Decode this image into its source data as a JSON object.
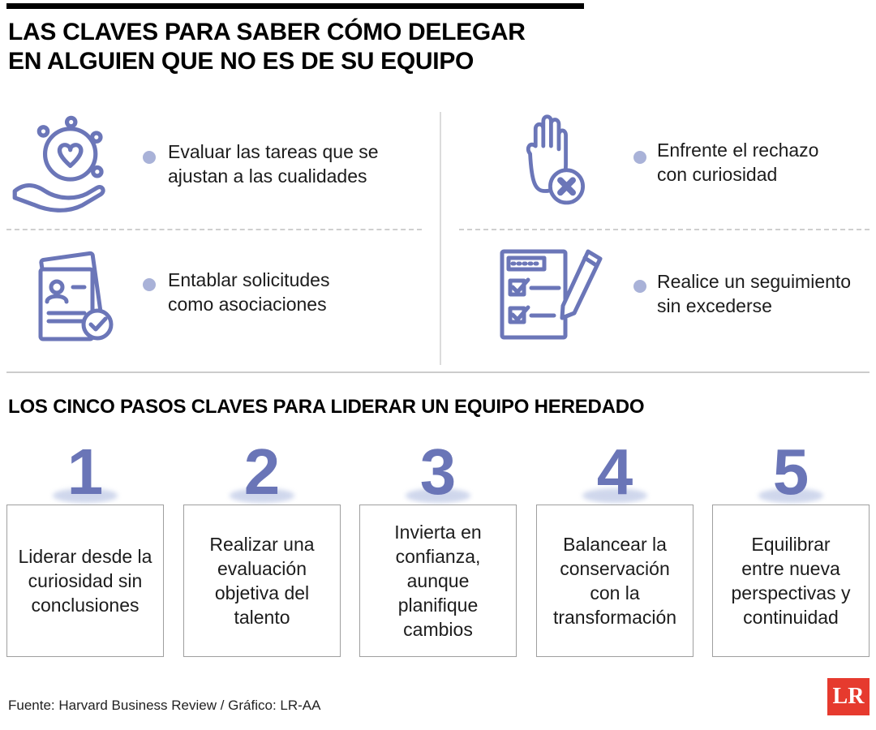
{
  "header": {
    "title_line1": "LAS CLAVES PARA SABER CÓMO DELEGAR",
    "title_line2": "EN ALGUIEN QUE NO ES DE SU EQUIPO"
  },
  "tips": [
    {
      "icon": "hands-heart-network-icon",
      "text": "Evaluar las tareas que se ajustan a las cualidades"
    },
    {
      "icon": "documents-person-check-icon",
      "text": "Entablar solicitudes como asociaciones"
    },
    {
      "icon": "hand-reject-icon",
      "text": "Enfrente el rechazo con curiosidad"
    },
    {
      "icon": "checklist-pencil-icon",
      "text": "Realice un seguimiento sin excederse"
    }
  ],
  "steps_section": {
    "title": "LOS CINCO PASOS CLAVES PARA LIDERAR UN EQUIPO HEREDADO",
    "steps": [
      {
        "number": "1",
        "text": "Liderar desde la curiosidad sin conclusiones"
      },
      {
        "number": "2",
        "text": "Realizar una evaluación objetiva del talento"
      },
      {
        "number": "3",
        "text": "Invierta en confianza, aunque planifique cambios"
      },
      {
        "number": "4",
        "text": "Balancear la conservación con la transformación"
      },
      {
        "number": "5",
        "text": "Equilibrar entre nueva perspectivas y continuidad"
      }
    ]
  },
  "footer": {
    "source": "Fuente: Harvard Business Review / Gráfico: LR-AA",
    "logo": "LR"
  },
  "colors": {
    "accent": "#6b76b8",
    "bullet": "#a9b2d8",
    "number": "#6a75b7",
    "number_shadow": "#c7d0e9",
    "logo_bg": "#e63a2e",
    "topbar": "#000000"
  }
}
